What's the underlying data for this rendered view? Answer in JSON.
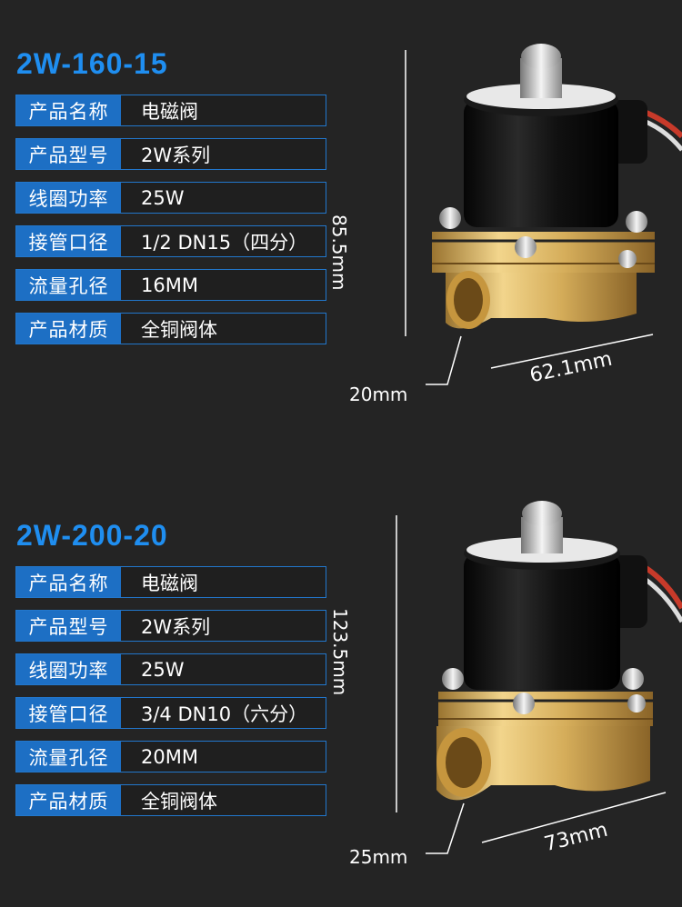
{
  "products": [
    {
      "model": "2W-160-15",
      "specs": [
        {
          "label": "产品名称",
          "value": "电磁阀"
        },
        {
          "label": "产品型号",
          "value": "2W系列"
        },
        {
          "label": "线圈功率",
          "value": "25W"
        },
        {
          "label": "接管口径",
          "value": "1/2 DN15（四分）"
        },
        {
          "label": "流量孔径",
          "value": "16MM"
        },
        {
          "label": "产品材质",
          "value": "全铜阀体"
        }
      ],
      "dims": {
        "height": "85.5mm",
        "width": "62.1mm",
        "port": "20mm"
      }
    },
    {
      "model": "2W-200-20",
      "specs": [
        {
          "label": "产品名称",
          "value": "电磁阀"
        },
        {
          "label": "产品型号",
          "value": "2W系列"
        },
        {
          "label": "线圈功率",
          "value": "25W"
        },
        {
          "label": "接管口径",
          "value": "3/4 DN10（六分）"
        },
        {
          "label": "流量孔径",
          "value": "20MM"
        },
        {
          "label": "产品材质",
          "value": "全铜阀体"
        }
      ],
      "dims": {
        "height": "123.5mm",
        "width": "73mm",
        "port": "25mm"
      }
    }
  ],
  "colors": {
    "accent": "#1f8ef0",
    "label_bg": "#1d6fc4",
    "background": "#242424",
    "brass": "#d8b060"
  }
}
